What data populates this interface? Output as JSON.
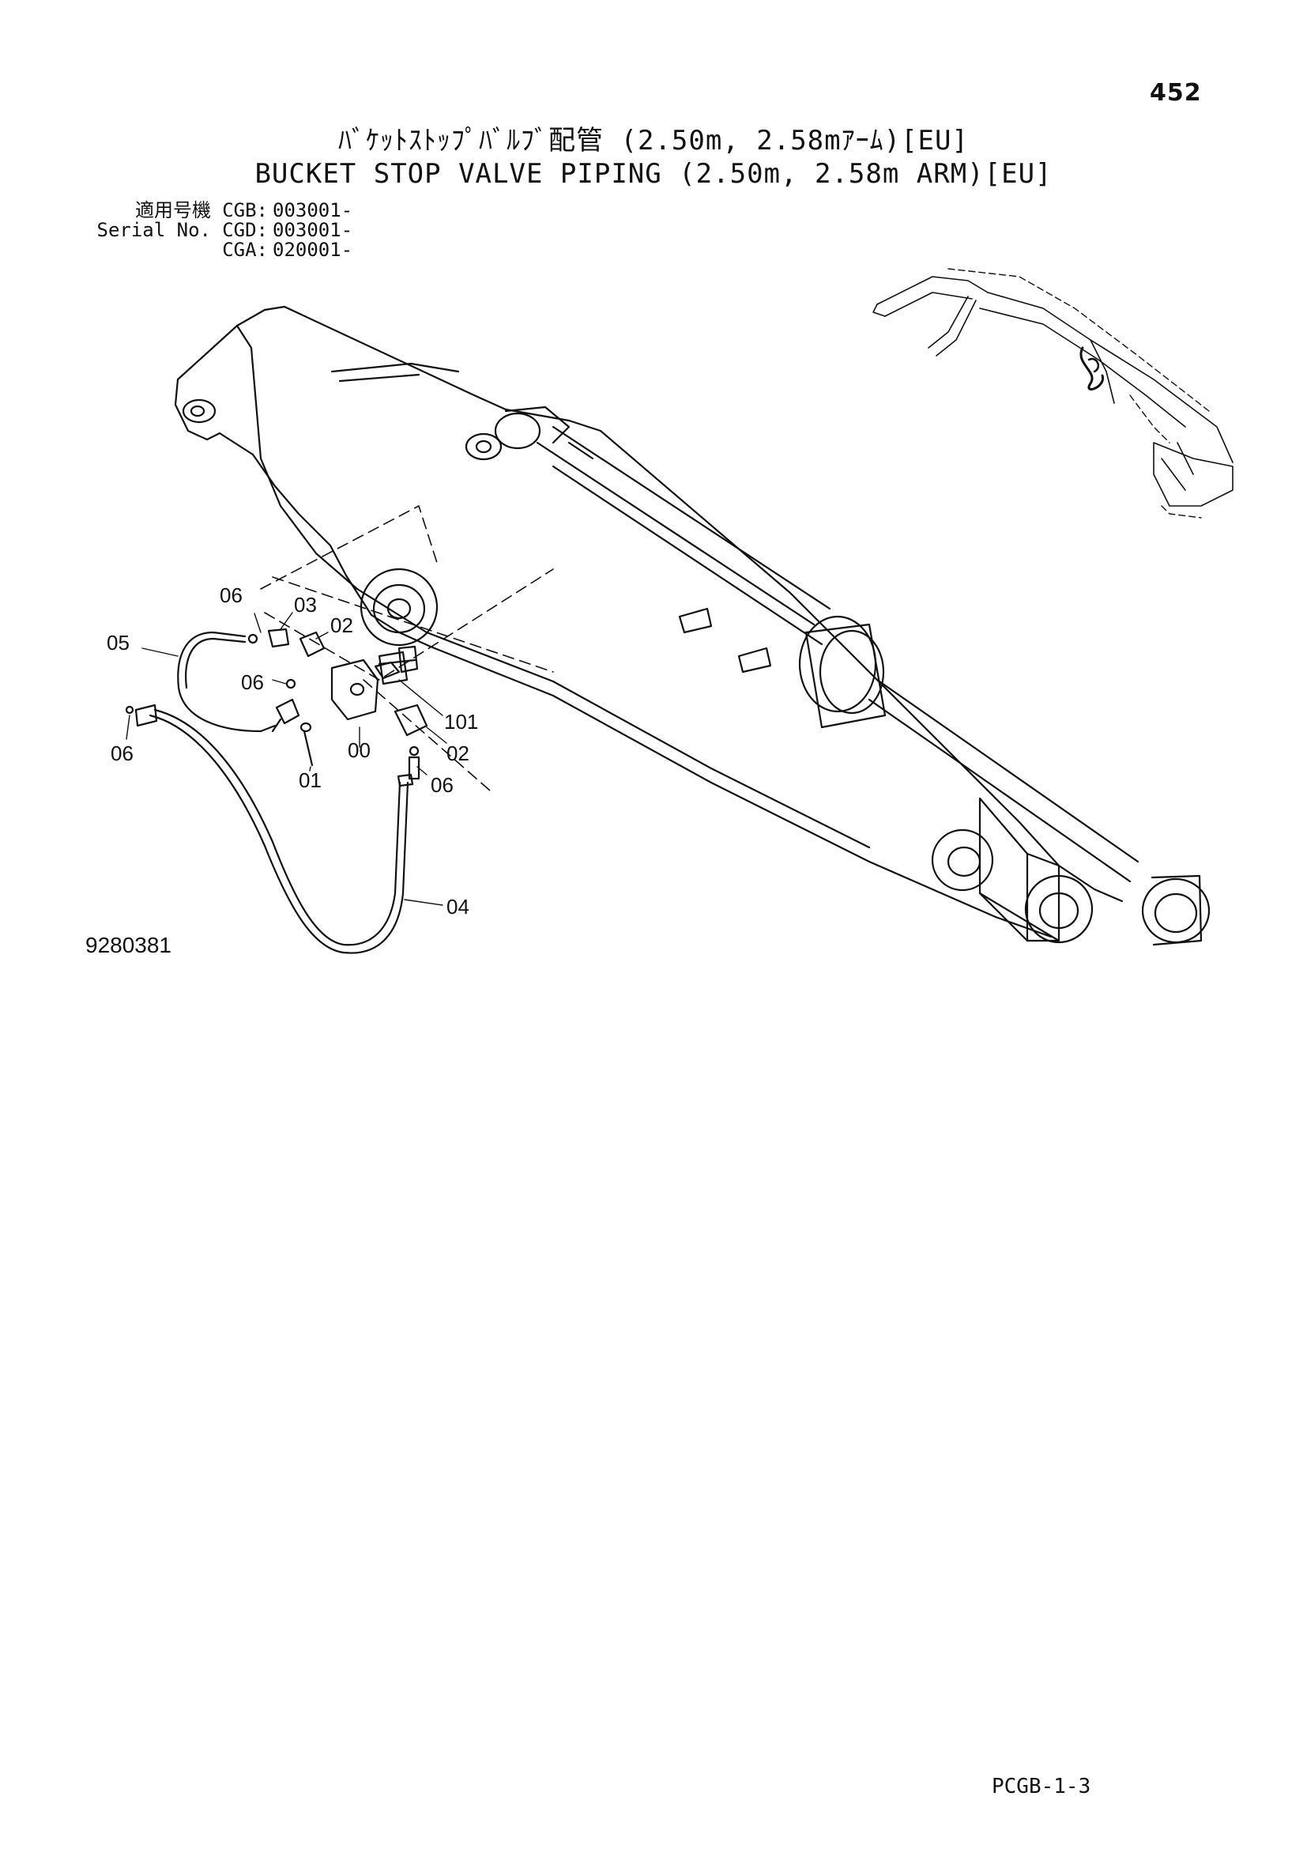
{
  "page_number": "452",
  "title_jp": "ﾊﾞｹｯﾄｽﾄｯﾌﾟﾊﾞﾙﾌﾞ配管 (2.50m, 2.58mｱｰﾑ)[EU]",
  "title_en": "BUCKET STOP VALVE PIPING (2.50m, 2.58m ARM)[EU]",
  "serial": {
    "label_jp": "適用号機",
    "label_en": "Serial No.",
    "rows": [
      {
        "code": "CGB:",
        "value": "003001-"
      },
      {
        "code": "CGD:",
        "value": "003001-"
      },
      {
        "code": "CGA:",
        "value": "020001-"
      }
    ]
  },
  "callouts": {
    "c06_top": "06",
    "c03": "03",
    "c02_upper": "02",
    "c05": "05",
    "c06_mid": "06",
    "c101": "101",
    "c06_left": "06",
    "c00": "00",
    "c02_lower": "02",
    "c01": "01",
    "c06_lower": "06",
    "c04": "04"
  },
  "drawing_number": "9280381",
  "page_code": "PCGB-1-3"
}
